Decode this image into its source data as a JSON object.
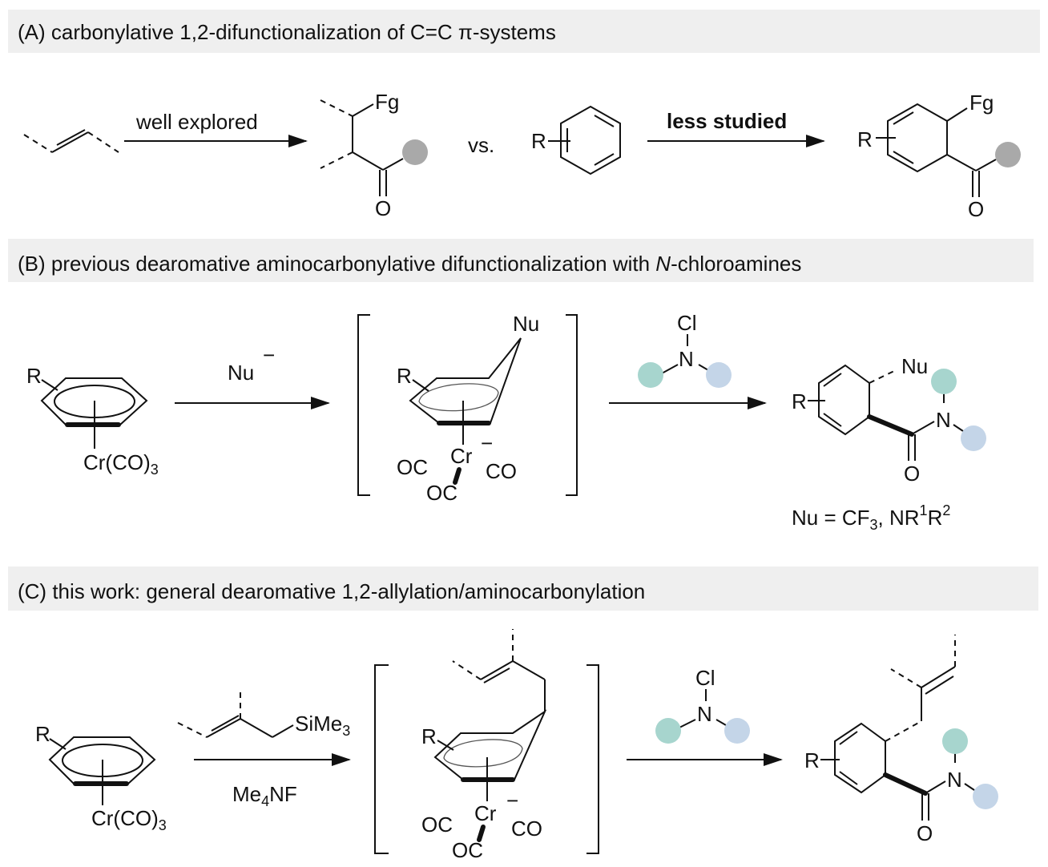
{
  "colors": {
    "header_bg": "#efefef",
    "gray_group": "#a9a9a9",
    "teal_group": "#a7d5ce",
    "blue_group": "#c4d5e8"
  },
  "sectionA": {
    "title_prefix": "(A) carbonylative 1,2-difunctionalization of C=C ",
    "title_pi": "π",
    "title_suffix": "-systems",
    "arrow1_label": "well explored",
    "fg": "Fg",
    "oxygen": "O",
    "vs": "vs.",
    "r": "R",
    "arrow2_label": "less studied"
  },
  "sectionB": {
    "title_prefix": "(B) previous dearomative aminocarbonylative difunctionalization with ",
    "title_italic": "N",
    "title_suffix": "-chloroamines",
    "r": "R",
    "cr_main": "Cr(CO)",
    "cr_sub": "3",
    "nu": "Nu",
    "minus": "−",
    "oc1": "OC",
    "cr": "Cr",
    "co": "CO",
    "oc2": "OC",
    "cl": "Cl",
    "n": "N",
    "oxygen": "O",
    "nu_def": {
      "a": "Nu = CF",
      "a_sub": "3",
      "b": ", NR",
      "b_sup1": "1",
      "c": "R",
      "c_sup2": "2"
    }
  },
  "sectionC": {
    "title": "(C) this work: general dearomative 1,2-allylation/aminocarbonylation",
    "r": "R",
    "cr_main": "Cr(CO)",
    "cr_sub": "3",
    "sime": "SiMe",
    "sime_sub": "3",
    "me4nf_a": "Me",
    "me4nf_sub": "4",
    "me4nf_b": "NF",
    "oc1": "OC",
    "cr": "Cr",
    "minus": "−",
    "co": "CO",
    "oc2": "OC",
    "cl": "Cl",
    "n": "N",
    "oxygen": "O"
  }
}
